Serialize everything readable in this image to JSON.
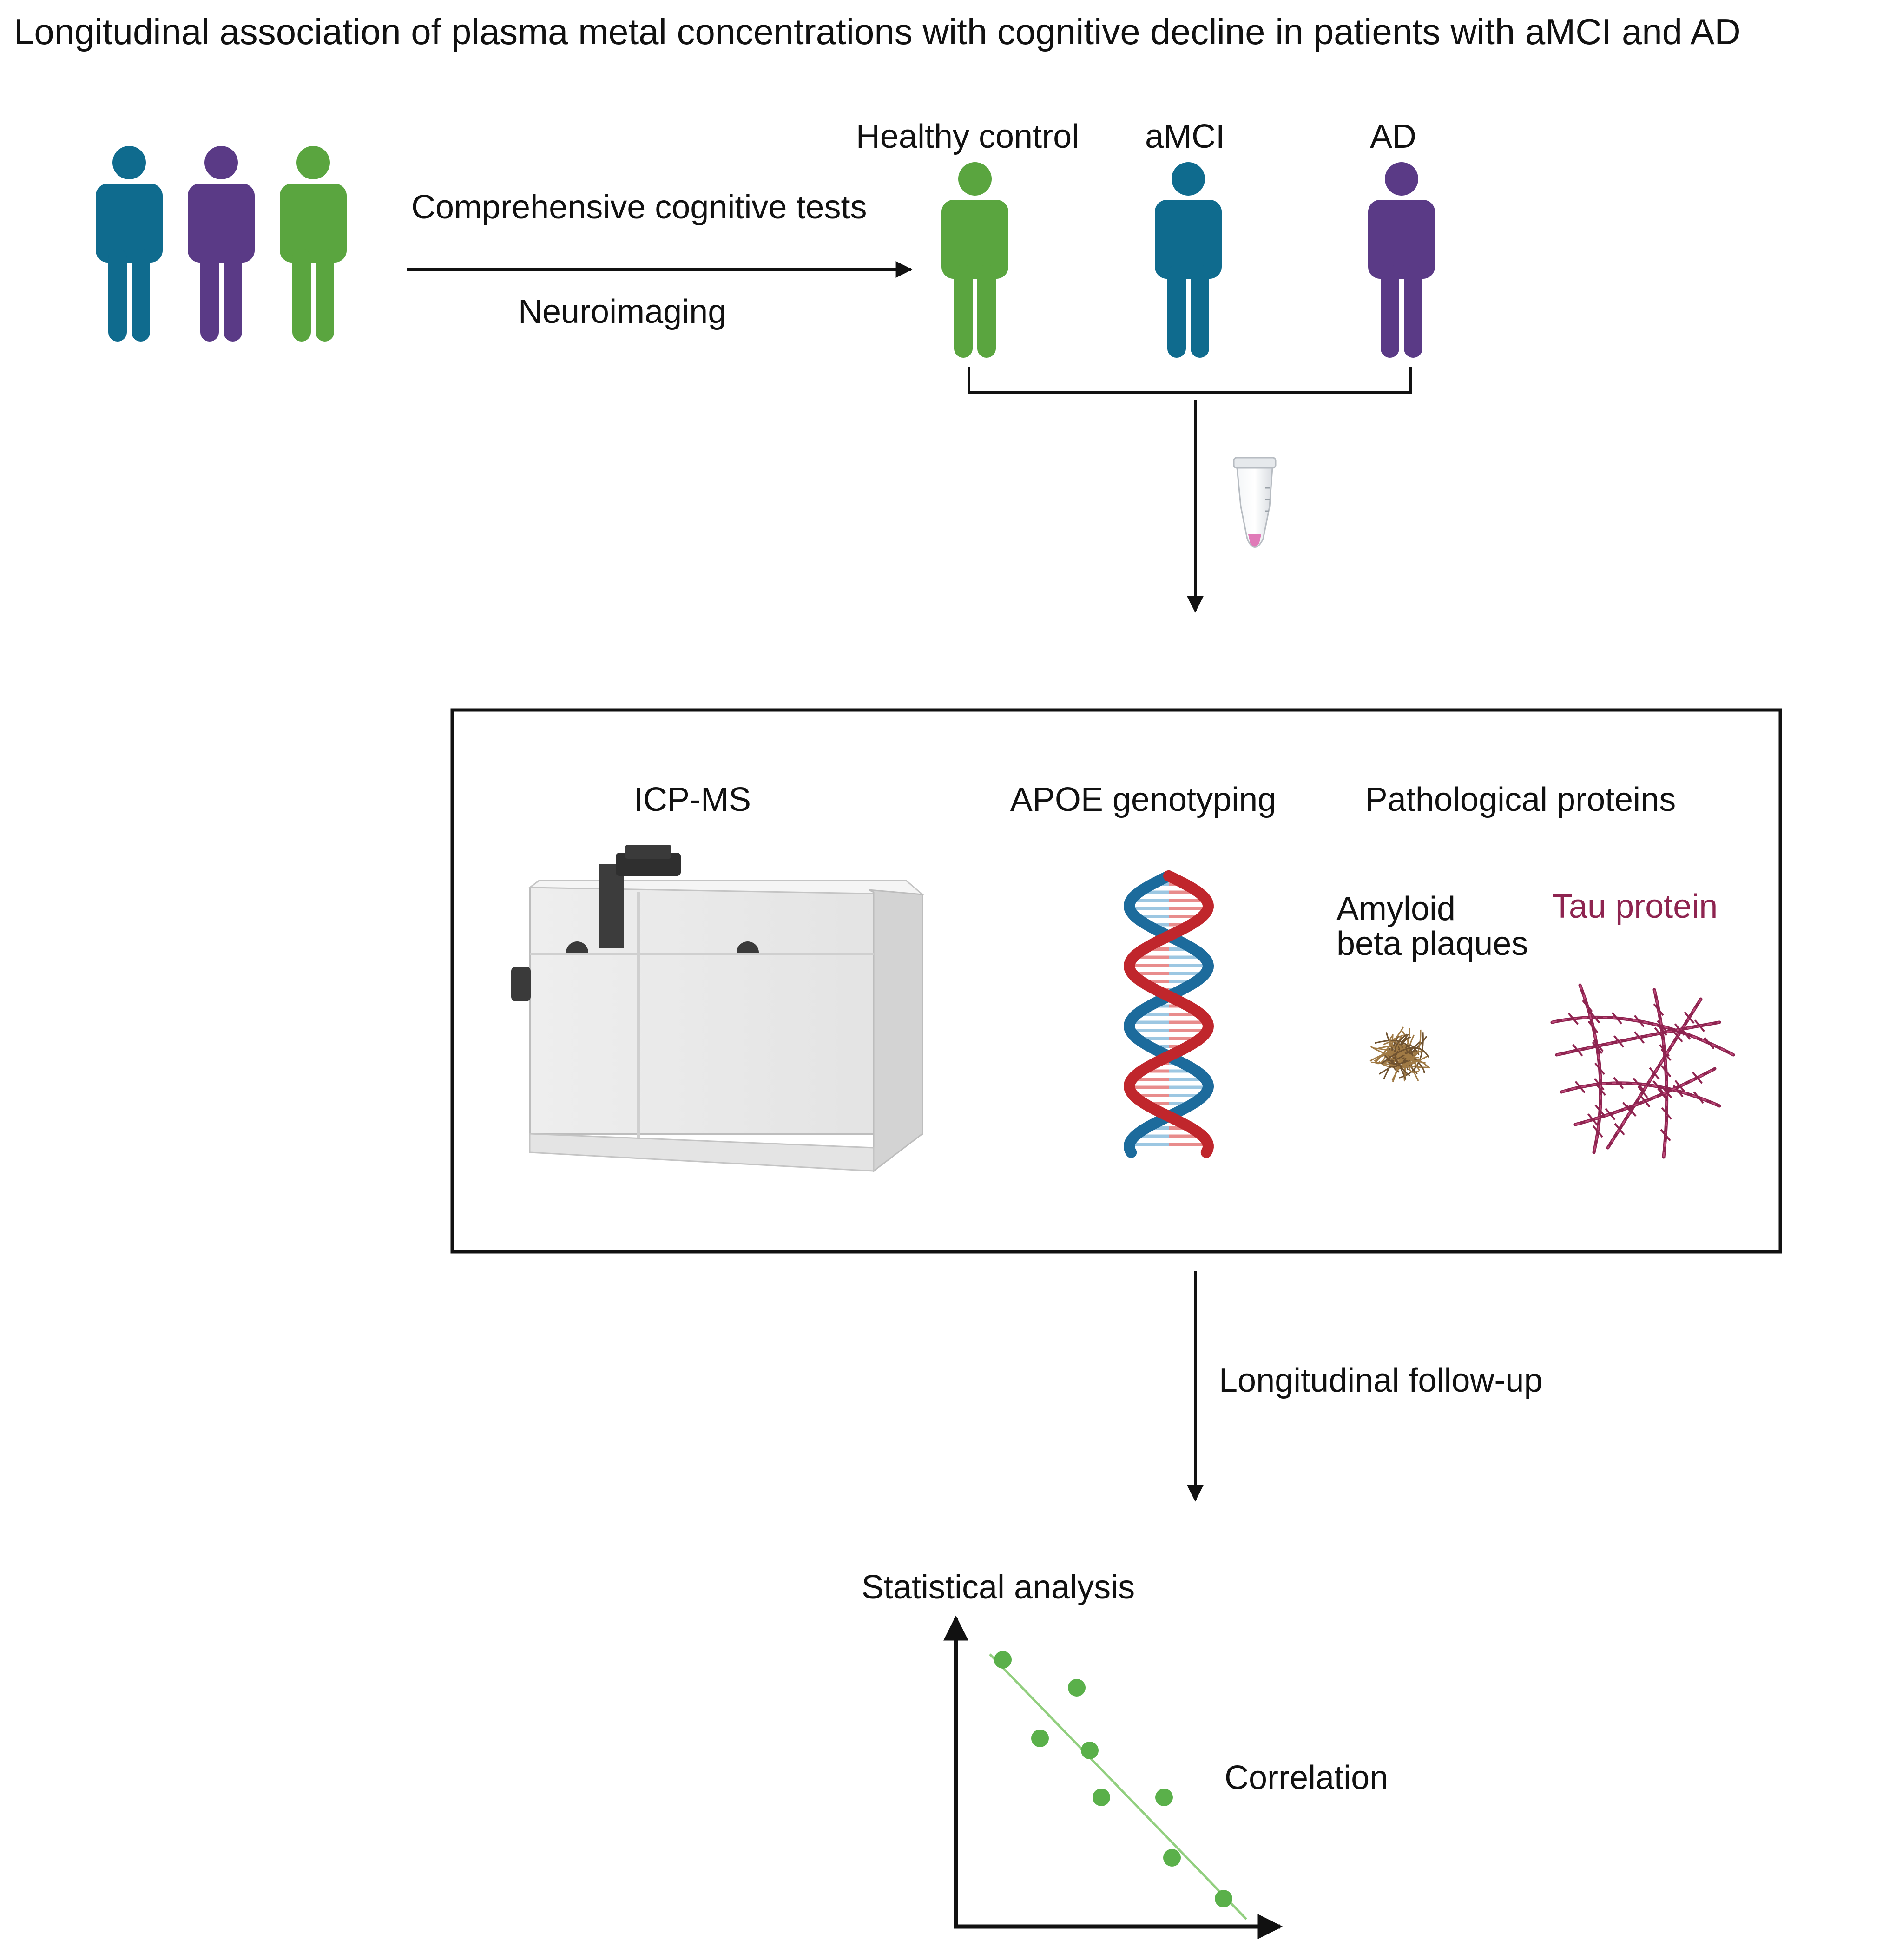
{
  "title": "Longitudinal association of plasma metal concentrations with cognitive decline in patients with aMCI and AD",
  "step1": {
    "arrow_top_label": "Comprehensive cognitive tests",
    "arrow_bottom_label": "Neuroimaging"
  },
  "groups": [
    {
      "label": "Healthy control",
      "color": "#5aa53f"
    },
    {
      "label": "aMCI",
      "color": "#0f6b8e"
    },
    {
      "label": "AD",
      "color": "#5a3a86"
    }
  ],
  "population_icons": [
    {
      "name": "person-blue-icon",
      "color": "#0f6b8e"
    },
    {
      "name": "person-purple-icon",
      "color": "#5a3a86"
    },
    {
      "name": "person-green-icon",
      "color": "#5aa53f"
    }
  ],
  "sample_icon": "plasma-tube-icon",
  "analysis_box": {
    "icp_label": "ICP-MS",
    "apoe_label": "APOE genotyping",
    "proteins_label": "Pathological proteins",
    "amyloid_label_line1": "Amyloid",
    "amyloid_label_line2": "beta plaques",
    "tau_label": "Tau protein",
    "tau_color": "#8e2450",
    "amyloid_color": "#a07a45"
  },
  "followup_label": "Longitudinal follow-up",
  "stats": {
    "label": "Statistical analysis",
    "correlation_label": "Correlation",
    "point_color": "#5ab04a"
  },
  "colors": {
    "green": "#5aa53f",
    "blue": "#0f6b8e",
    "purple": "#5a3a86",
    "dna_red": "#c0262c",
    "dna_blue": "#1c6b9c"
  }
}
